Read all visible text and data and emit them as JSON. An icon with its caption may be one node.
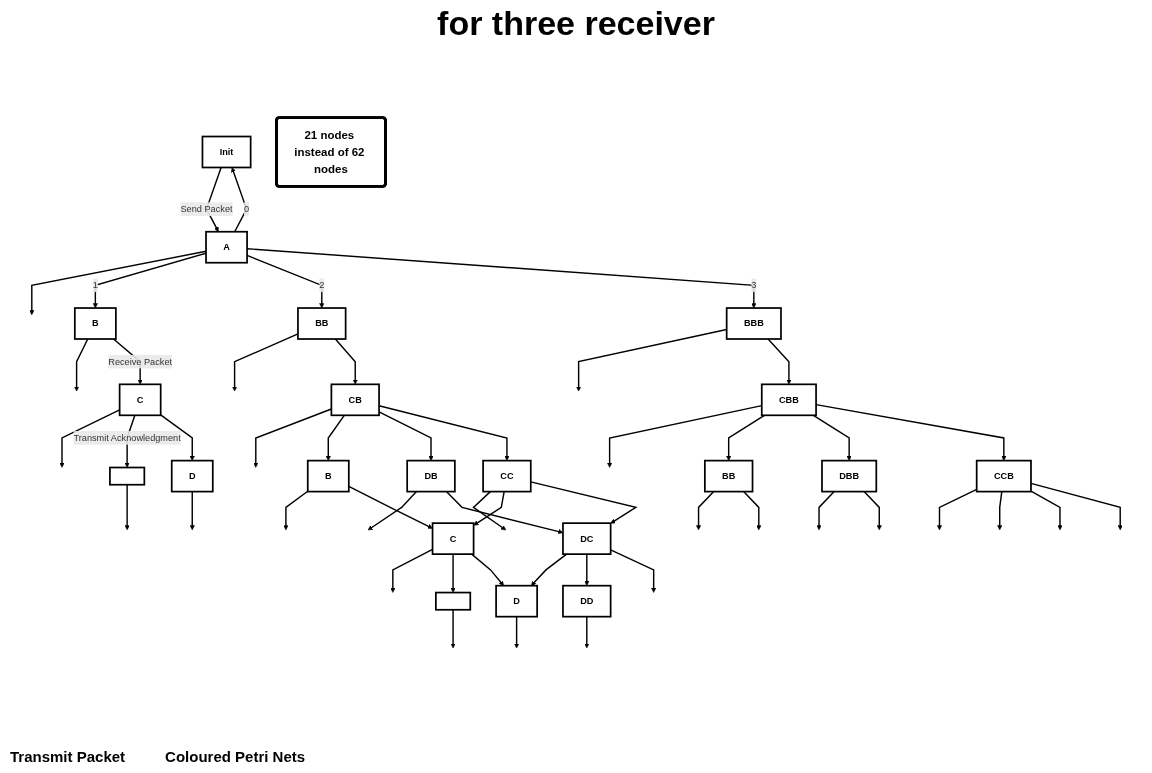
{
  "diagram": {
    "title": "for three receiver",
    "nodes": [
      {
        "text": [
          "Init"
        ]
      },
      {
        "text": [
          "A"
        ]
      },
      {
        "text": [
          "B"
        ]
      },
      {
        "text": [
          "BB"
        ]
      },
      {
        "text": [
          "BBB"
        ]
      },
      {
        "text": [
          "C"
        ]
      },
      {
        "text": [
          "CB"
        ]
      },
      {
        "text": [
          "CBB"
        ]
      },
      {
        "text": [],
        "shape": "box"
      },
      {
        "text": [
          "D"
        ]
      },
      {
        "text": [
          "B"
        ]
      },
      {
        "text": [
          "DB"
        ]
      },
      {
        "text": [
          "CC"
        ]
      },
      {
        "text": [
          "BB"
        ]
      },
      {
        "text": [
          "DBB"
        ]
      },
      {
        "text": [
          "CCB"
        ]
      },
      {
        "text": [
          "C"
        ]
      },
      {
        "text": [
          "DC"
        ]
      },
      {
        "text": [],
        "shape": "box"
      },
      {
        "text": [
          "D"
        ]
      },
      {
        "text": [
          "DD"
        ]
      },
      {
        "text": [
          "21 nodes instead of 62 nodes"
        ]
      }
    ],
    "edges": [
      {
        "from": 0,
        "to": 1,
        "arrow": "to",
        "label": "Send Packet"
      },
      {
        "from": 1,
        "to": 0,
        "arrow": "to",
        "label": "0"
      },
      {
        "from": 1,
        "to": null,
        "arrow": "to"
      },
      {
        "from": 1,
        "to": 2,
        "arrow": "to",
        "label": "1"
      },
      {
        "from": 1,
        "to": 3,
        "arrow": "to",
        "label": "2"
      },
      {
        "from": 1,
        "to": 4,
        "arrow": "to",
        "label": "3"
      },
      {
        "from": 2,
        "to": null,
        "arrow": "to"
      },
      {
        "from": 3,
        "to": null,
        "arrow": "to"
      },
      {
        "from": 4,
        "to": null,
        "arrow": "to"
      },
      {
        "from": 2,
        "to": 5,
        "arrow": "to",
        "label": "Receive Packet"
      },
      {
        "from": 3,
        "to": 6,
        "arrow": "to"
      },
      {
        "from": 4,
        "to": 7,
        "arrow": "to"
      },
      {
        "from": 5,
        "to": null,
        "arrow": "to"
      },
      {
        "from": 6,
        "to": null,
        "arrow": "to"
      },
      {
        "from": 7,
        "to": null,
        "arrow": "to"
      },
      {
        "from": 5,
        "to": 8,
        "arrow": "to",
        "label": "Transmit Acknowledgment"
      },
      {
        "from": 5,
        "to": 9,
        "arrow": "to"
      },
      {
        "from": 6,
        "to": 10,
        "arrow": "to"
      },
      {
        "from": 6,
        "to": 11,
        "arrow": "to"
      },
      {
        "from": 6,
        "to": 12,
        "arrow": "to"
      },
      {
        "from": 7,
        "to": 13,
        "arrow": "to"
      },
      {
        "from": 7,
        "to": 14,
        "arrow": "to"
      },
      {
        "from": 7,
        "to": 15,
        "arrow": "to"
      },
      {
        "from": 8,
        "to": null,
        "arrow": "to"
      },
      {
        "from": 9,
        "to": null,
        "arrow": "to"
      },
      {
        "from": 10,
        "to": null,
        "arrow": "to"
      },
      {
        "from": 12,
        "to": null,
        "arrow": "to"
      },
      {
        "from": 13,
        "to": null,
        "arrow": "to"
      },
      {
        "from": 15,
        "to": null,
        "arrow": "to"
      },
      {
        "from": 10,
        "to": 16,
        "arrow": "to"
      },
      {
        "from": 11,
        "to": null,
        "arrow": "to"
      },
      {
        "from": 11,
        "to": 17,
        "arrow": "to"
      },
      {
        "from": 12,
        "to": 16,
        "arrow": "to"
      },
      {
        "from": 12,
        "to": 17,
        "arrow": "to"
      },
      {
        "from": 13,
        "to": null,
        "arrow": "to"
      },
      {
        "from": 14,
        "to": null,
        "arrow": "to"
      },
      {
        "from": 14,
        "to": null,
        "arrow": "to"
      },
      {
        "from": 15,
        "to": null,
        "arrow": "to"
      },
      {
        "from": 15,
        "to": null,
        "arrow": "to"
      },
      {
        "from": 15,
        "to": null,
        "arrow": "to"
      },
      {
        "from": 16,
        "to": null,
        "arrow": "to"
      },
      {
        "from": 16,
        "to": 18,
        "arrow": "to"
      },
      {
        "from": 16,
        "to": 19,
        "arrow": "to"
      },
      {
        "from": 17,
        "to": 19,
        "arrow": "to"
      },
      {
        "from": 17,
        "to": 20,
        "arrow": "to"
      },
      {
        "from": 17,
        "to": null,
        "arrow": "to"
      },
      {
        "from": 18,
        "to": null,
        "arrow": "to"
      },
      {
        "from": 19,
        "to": null,
        "arrow": "to"
      },
      {
        "from": 20,
        "to": null,
        "arrow": "to"
      }
    ],
    "labels": [
      "Transmit Packet",
      "Coloured Petri Nets"
    ]
  }
}
